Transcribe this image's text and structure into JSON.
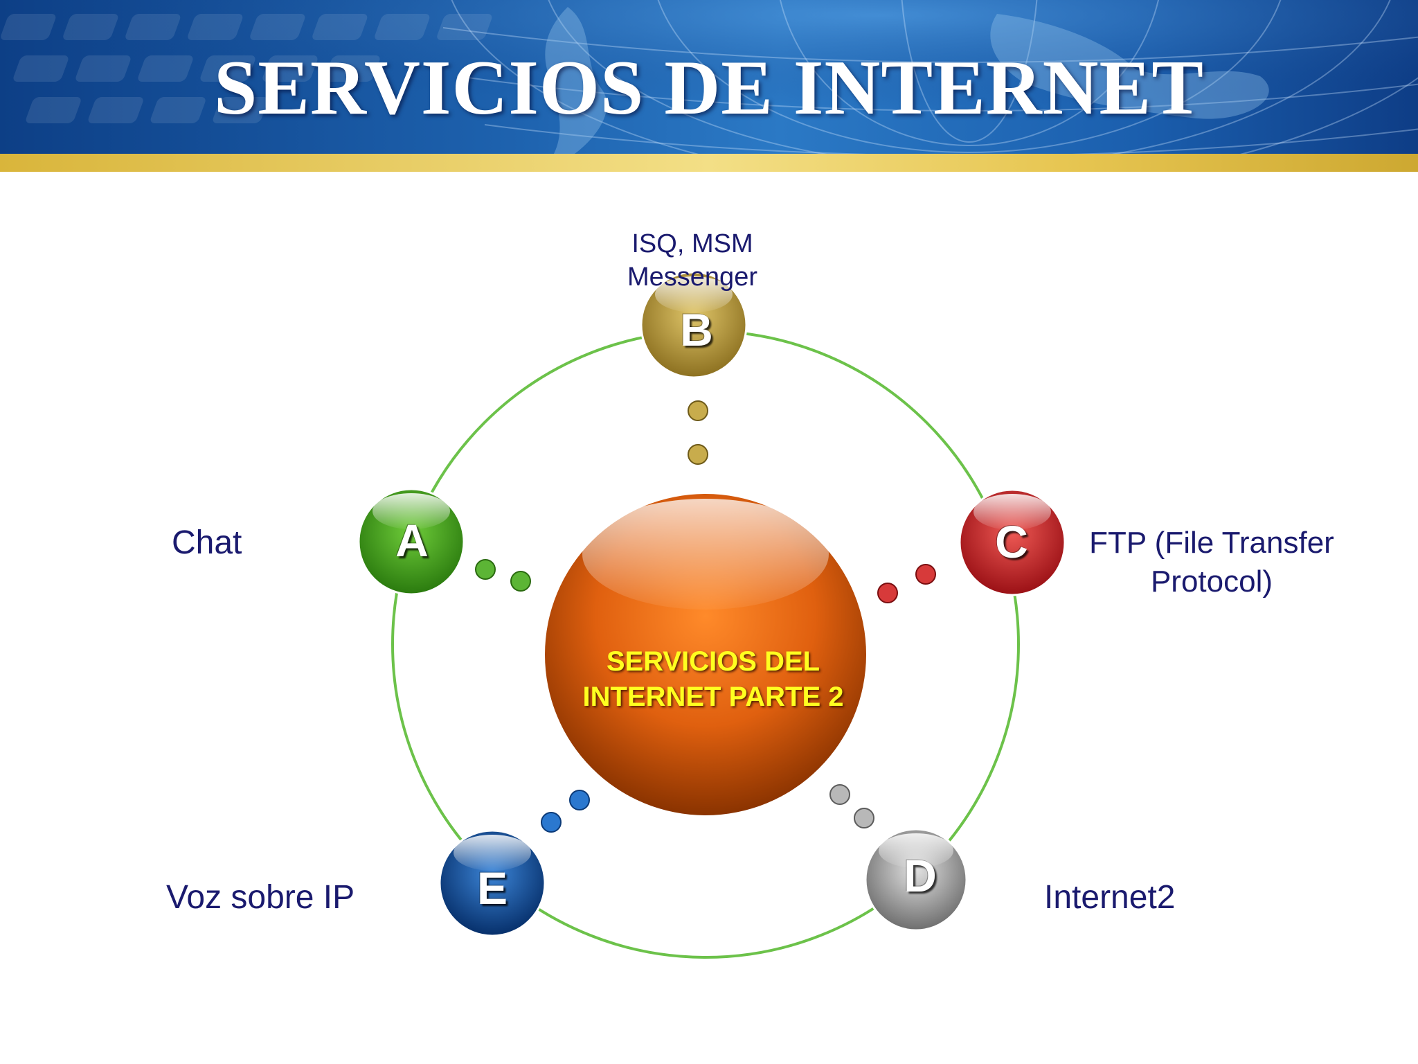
{
  "title": "SERVICIOS DE INTERNET",
  "center": {
    "line1": "SERVICIOS DEL",
    "line2": "INTERNET PARTE 2"
  },
  "nodes": {
    "a": {
      "letter": "A",
      "label": "Chat",
      "color": "#3c9a1c"
    },
    "b": {
      "letter": "B",
      "label_line1": "ISQ, MSM",
      "label_line2": "Messenger",
      "color": "#b89a33"
    },
    "c": {
      "letter": "C",
      "label_line1": "FTP (File Transfer",
      "label_line2": "Protocol)",
      "color": "#c42226"
    },
    "d": {
      "letter": "D",
      "label": "Internet2",
      "color": "#9a9a9a"
    },
    "e": {
      "letter": "E",
      "label": "Voz sobre IP",
      "color": "#0e4f9a"
    }
  },
  "colors": {
    "ring": "#6cc24a",
    "center": "#e8620e",
    "label_text": "#1a1a6e",
    "center_text": "#ffff20",
    "banner": "#1d61ad",
    "gold_band": "#e7c652"
  }
}
